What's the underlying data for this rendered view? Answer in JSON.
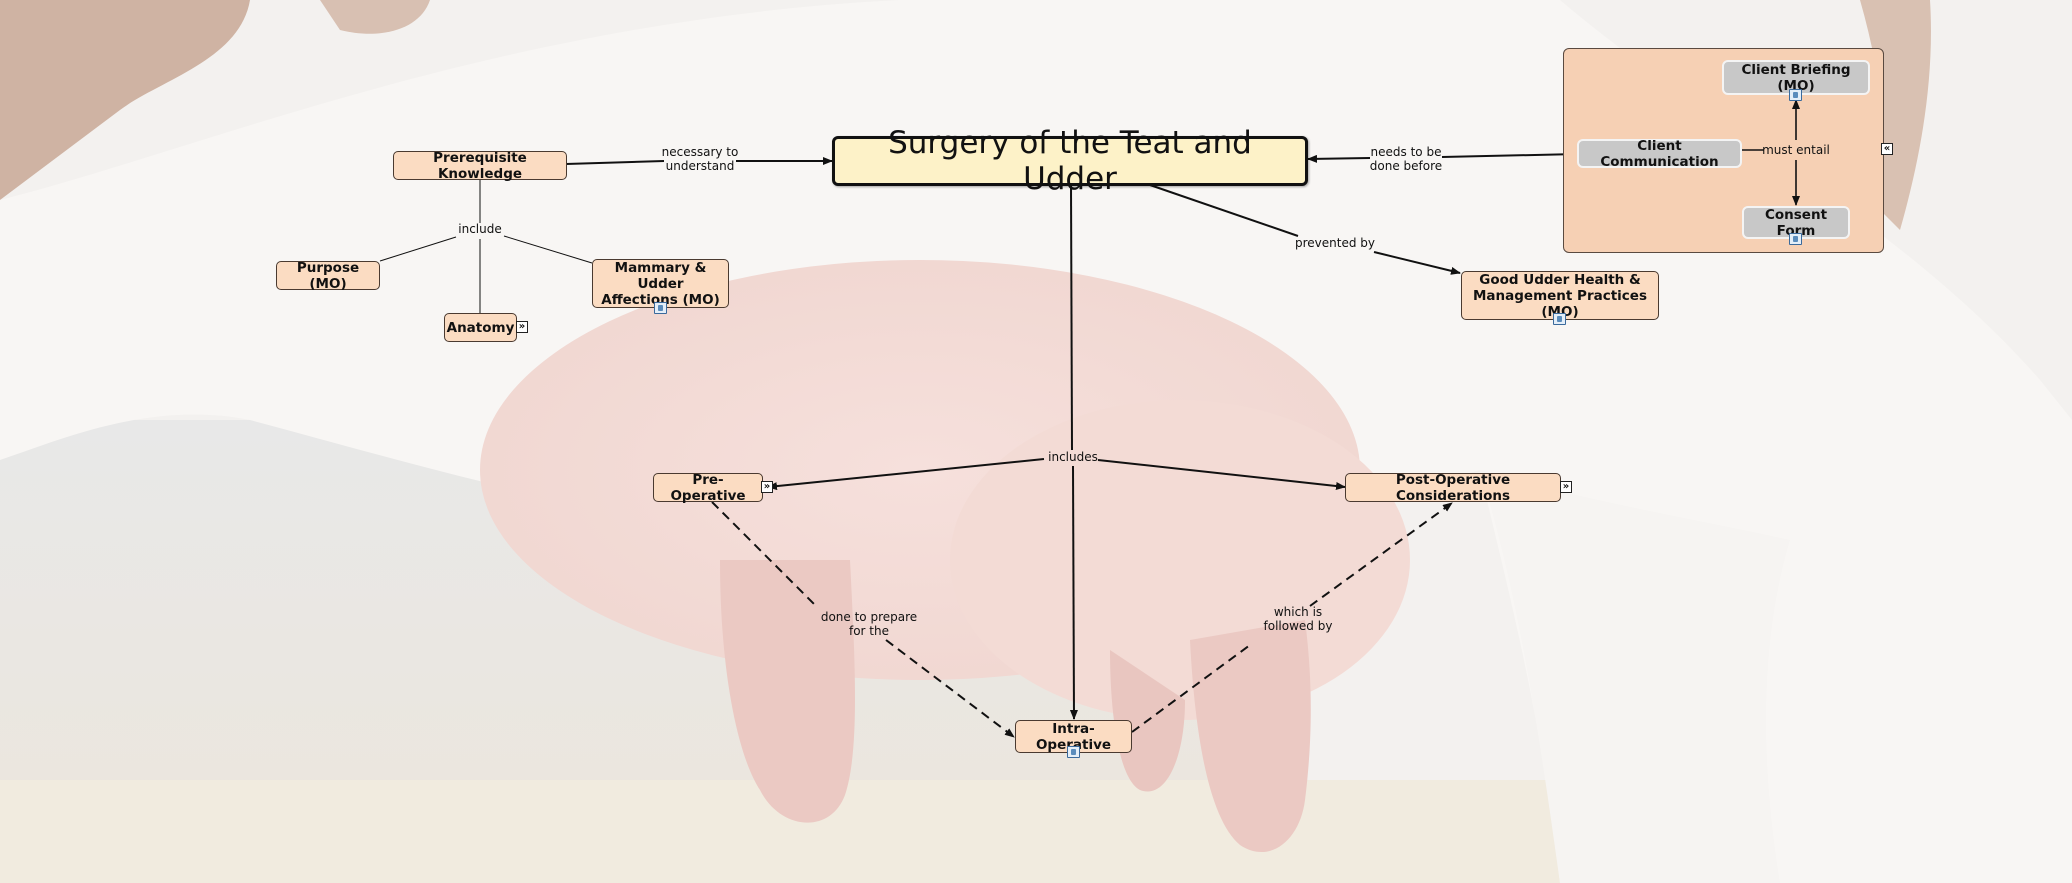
{
  "map": {
    "title": "Surgery of the Teat and Udder",
    "concepts": {
      "prerequisite": "Prerequisite Knowledge",
      "purpose": "Purpose (MO)",
      "anatomy": "Anatomy",
      "mammary": "Mammary & Udder Affections (MO)",
      "pre_op": "Pre-Operative",
      "intra_op": "Intra-Operative",
      "post_op": "Post-Operative Considerations",
      "good_udder": "Good Udder Health & Management Practices (MO)",
      "client_comm": "Client Communication",
      "client_briefing": "Client Briefing (MO)",
      "consent_form": "Consent Form"
    },
    "linking_phrases": {
      "necessary": "necessary to understand",
      "include": "include",
      "needs_before": "needs to be done before",
      "must_entail": "must entail",
      "prevented_by": "prevented by",
      "includes": "includes",
      "done_to_prepare": "done to prepare for the",
      "followed_by": "which is followed by"
    },
    "expand_glyphs": {
      "expand": "»",
      "collapse": "«"
    },
    "colors": {
      "concept_fill": "#fbdcc2",
      "main_fill": "#fdf2c8",
      "nested_fill": "#f6d0b4",
      "grey_fill": "#c8c8c8",
      "line": "#111111"
    },
    "icons": [
      "resource-icon",
      "expand-icon",
      "collapse-icon"
    ]
  }
}
